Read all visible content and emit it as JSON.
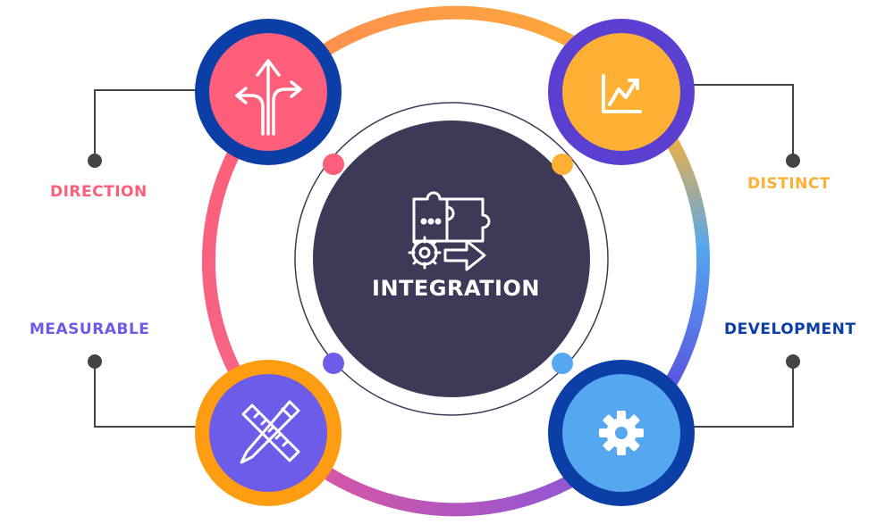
{
  "center": {
    "title": "INTEGRATION",
    "icon": "puzzle-gear-arrow-icon"
  },
  "items": [
    {
      "id": "direction",
      "label": "DIRECTION",
      "color": "#fd5f7b",
      "ring": "#0c3ea8",
      "icon": "split-arrows-icon"
    },
    {
      "id": "distinct",
      "label": "DISTINCT",
      "color": "#fdb033",
      "ring": "#5a3fd1",
      "icon": "growth-chart-icon"
    },
    {
      "id": "measurable",
      "label": "MEASURABLE",
      "color": "#6c5ce7",
      "ring": "#ff9d12",
      "icon": "pencil-ruler-icon"
    },
    {
      "id": "development",
      "label": "DEVELOPMENT",
      "color": "#55a7ef",
      "ring": "#0c3ea8",
      "icon": "gear-icon"
    }
  ],
  "colors": {
    "hub": "#3d3a58",
    "connector": "#444444",
    "label_direction": "#fd5f7b",
    "label_distinct": "#fdb033",
    "label_measurable": "#6c5ce7",
    "label_development": "#0c3ea8"
  }
}
